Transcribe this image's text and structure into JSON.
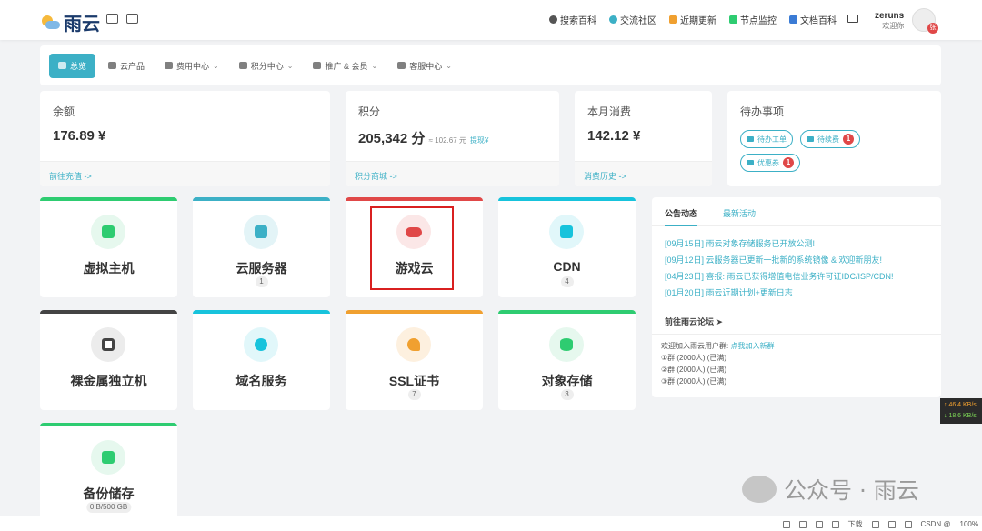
{
  "brand": {
    "logo_text": "雨云"
  },
  "topnav": [
    {
      "label": "搜索百科",
      "icon": "search-icon",
      "color": "#333333"
    },
    {
      "label": "交流社区",
      "icon": "chat-icon",
      "color": "#3cb0c6"
    },
    {
      "label": "近期更新",
      "icon": "update-icon",
      "color": "#f0a030"
    },
    {
      "label": "节点监控",
      "icon": "send-icon",
      "color": "#2ecc71"
    },
    {
      "label": "文档百科",
      "icon": "book-icon",
      "color": "#3a7bd5"
    }
  ],
  "user": {
    "name": "zeruns",
    "greeting": "欢迎你",
    "avatar_badge": "张"
  },
  "menu": [
    {
      "label": "总览",
      "active": true
    },
    {
      "label": "云产品",
      "active": false
    },
    {
      "label": "费用中心",
      "active": false
    },
    {
      "label": "积分中心",
      "active": false
    },
    {
      "label": "推广 & 会员",
      "active": false
    },
    {
      "label": "客服中心",
      "active": false
    }
  ],
  "chevron": "⌄",
  "stats": {
    "balance": {
      "label": "余额",
      "value": "176.89 ¥",
      "link": "前往充值 ->"
    },
    "points": {
      "label": "积分",
      "value": "205,342 分",
      "sub": "≈ 102.67 元",
      "sub_link": "提现¥",
      "link": "积分商城 ->"
    },
    "monthly": {
      "label": "本月消费",
      "value": "142.12 ¥",
      "link": "消费历史 ->"
    },
    "todo": {
      "label": "待办事项",
      "items": [
        {
          "label": "待办工单",
          "count": ""
        },
        {
          "label": "待续费",
          "count": "1"
        },
        {
          "label": "优惠券",
          "count": "1"
        }
      ]
    }
  },
  "products": [
    {
      "name": "虚拟主机",
      "count": "",
      "color": "#2ecc71",
      "icon": "server-icon"
    },
    {
      "name": "云服务器",
      "count": "1",
      "color": "#3cb0c6",
      "icon": "cube-icon"
    },
    {
      "name": "游戏云",
      "count": "",
      "color": "#e04848",
      "icon": "gamepad-icon"
    },
    {
      "name": "CDN",
      "count": "4",
      "color": "#17c3dc",
      "icon": "network-icon"
    },
    {
      "name": "裸金属独立机",
      "count": "",
      "color": "#444444",
      "icon": "frame-icon"
    },
    {
      "name": "域名服务",
      "count": "",
      "color": "#17c3dc",
      "icon": "globe-icon"
    },
    {
      "name": "SSL证书",
      "count": "7",
      "color": "#f0a030",
      "icon": "key-icon"
    },
    {
      "name": "对象存储",
      "count": "3",
      "color": "#2ecc71",
      "icon": "database-icon"
    },
    {
      "name": "备份储存",
      "count": "0 B/500 GB",
      "color": "#2ecc71",
      "icon": "archive-icon"
    }
  ],
  "notice": {
    "tabs": [
      "公告动态",
      "最新活动"
    ],
    "items": [
      "[09月15日] 雨云对象存储服务已开放公测!",
      "[09月12日] 云服务器已更新一批新的系统镜像 & 欢迎新朋友!",
      "[04月23日] 喜报: 雨云已获得增值电信业务许可证IDC/ISP/CDN!",
      "[01月20日] 雨云近期计划+更新日志"
    ],
    "forum_title": "前往雨云论坛",
    "forum_intro": "欢迎加入雨云用户群: ",
    "forum_link": "点我加入新群",
    "groups": [
      "①群 (2000人) (已满)",
      "②群 (2000人) (已满)",
      "③群 (2000人) (已满)"
    ]
  },
  "netspeed": {
    "up": "↑ 46.4 KB/s",
    "down": "↓ 18.6 KB/s"
  },
  "watermark": "公众号 · 雨云",
  "statusbar": {
    "download": "下载",
    "source": "CSDN @",
    "zoom": "100%"
  }
}
